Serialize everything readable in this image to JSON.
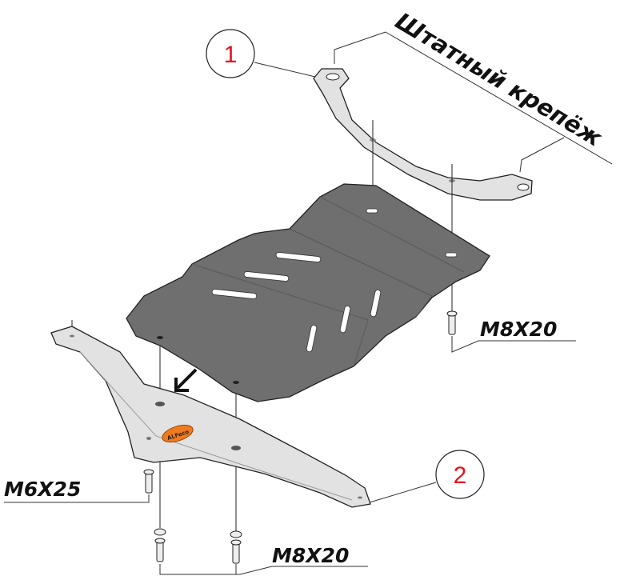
{
  "callouts": [
    {
      "number": "1"
    },
    {
      "number": "2"
    }
  ],
  "caption": "Штатный крепёж",
  "fasteners": {
    "right": "M8X20",
    "left": "M6X25",
    "bottom": "M8X20"
  },
  "logo_text": "ALFeco",
  "colors": {
    "plate": "#6f6f6f",
    "bracket": "#e2e2e2",
    "callout_number": "#e0141e",
    "logo": "#f07a1e"
  }
}
